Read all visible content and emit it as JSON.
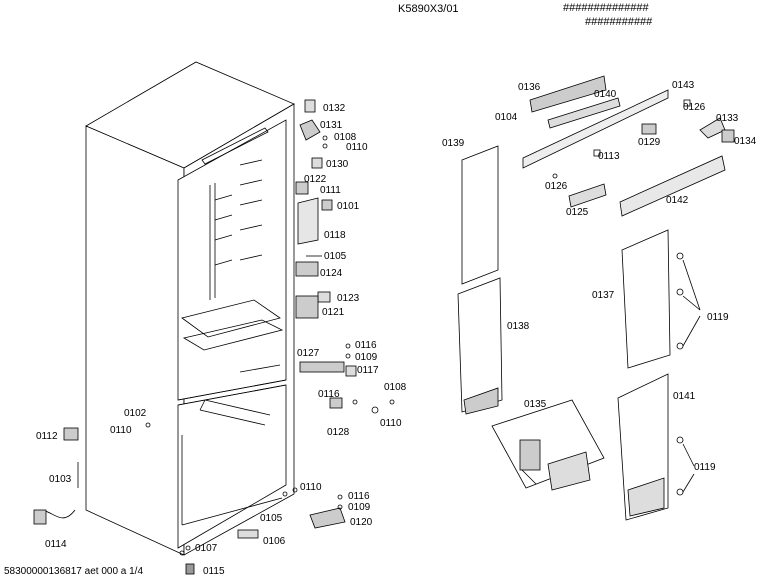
{
  "header": {
    "model": "K5890X3/01",
    "mask1": "##############",
    "mask2": "###########"
  },
  "footer": {
    "doc_ref": "58300000136817 aet 000 a 1/4"
  },
  "labels": {
    "p0132": "0132",
    "p0131": "0131",
    "p0108a": "0108",
    "p0110a": "0110",
    "p0130": "0130",
    "p0122": "0122",
    "p0111": "0111",
    "p0101": "0101",
    "p0118": "0118",
    "p0105a": "0105",
    "p0124": "0124",
    "p0123": "0123",
    "p0121": "0121",
    "p0127": "0127",
    "p0116a": "0116",
    "p0109a": "0109",
    "p0117": "0117",
    "p0116b": "0116",
    "p0108b": "0108",
    "p0128": "0128",
    "p0110b": "0110",
    "p0102": "0102",
    "p0110c": "0110",
    "p0112": "0112",
    "p0103": "0103",
    "p0114": "0114",
    "p0110d": "0110",
    "p0116c": "0116",
    "p0109b": "0109",
    "p0120": "0120",
    "p0105b": "0105",
    "p0106": "0106",
    "p0107": "0107",
    "p0115": "0115",
    "p0136": "0136",
    "p0140": "0140",
    "p0143": "0143",
    "p0104": "0104",
    "p0126a": "0126",
    "p0133": "0133",
    "p0134": "0134",
    "p0129": "0129",
    "p0113": "0113",
    "p0139": "0139",
    "p0126b": "0126",
    "p0125": "0125",
    "p0142": "0142",
    "p0137": "0137",
    "p0119a": "0119",
    "p0138": "0138",
    "p0135": "0135",
    "p0141": "0141",
    "p0119b": "0119"
  }
}
